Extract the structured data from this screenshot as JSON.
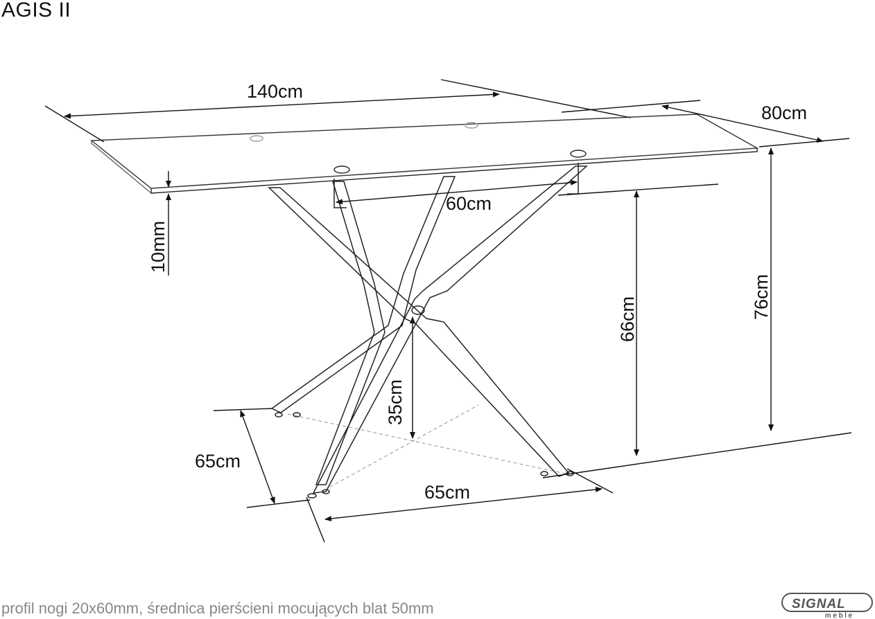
{
  "title": "AGIS II",
  "dimensions": {
    "length": "140cm",
    "width": "80cm",
    "base_span": "60cm",
    "top_thickness": "10mm",
    "leg_height": "66cm",
    "total_height": "76cm",
    "cross_height": "35cm",
    "base_depth": "65cm",
    "base_width": "65cm"
  },
  "footnote": "profil nogi 20x60mm, średnica pierścieni mocujących blat 50mm",
  "logo": {
    "brand": "SIGNAL",
    "sub": "meble"
  },
  "colors": {
    "line": "#111111",
    "footnote": "#888888",
    "logo": "#555555"
  }
}
